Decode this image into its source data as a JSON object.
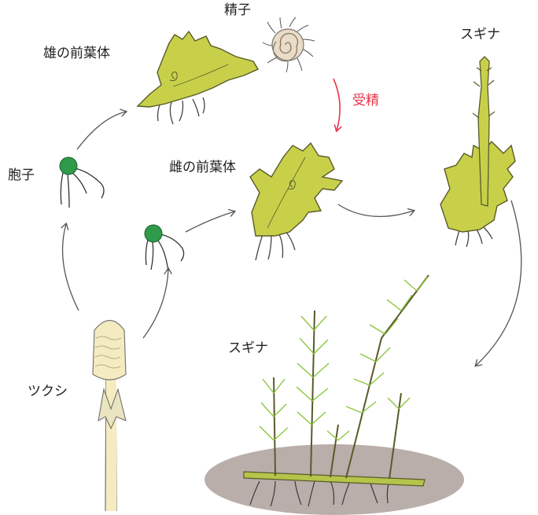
{
  "labels": {
    "sperm": "精子",
    "male_prothallus": "雄の前葉体",
    "fertilization": "受精",
    "spore": "胞子",
    "female_prothallus": "雌の前葉体",
    "sugina_top": "スギナ",
    "sugina_bottom": "スギナ",
    "tsukushi": "ツクシ"
  },
  "colors": {
    "prothallus_fill": "#c8d04a",
    "prothallus_stroke": "#5a5a2a",
    "spore_fill": "#2e9a4a",
    "fertilization_arrow": "#e8344a",
    "arrow": "#555555",
    "horsetail_leaf": "#8cc63f",
    "tsukushi_head": "#f4ecc0",
    "ground": "#b9aeaa"
  },
  "icons": [
    "sperm-spiral-icon",
    "spore-icon",
    "arrow-icon"
  ]
}
